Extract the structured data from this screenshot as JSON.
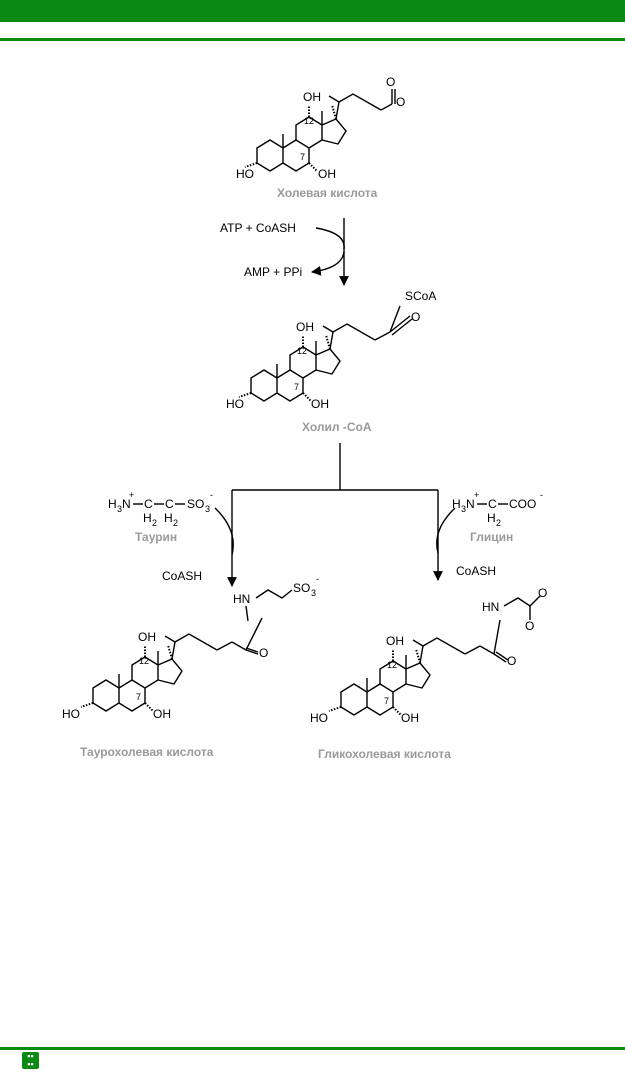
{
  "labels": {
    "cholic_acid": "Холевая кислота",
    "cholyl_coa": "Холил -CoA",
    "taurine": "Таурин",
    "glycine": "Глицин",
    "taurocholic_acid": "Таурохолевая кислота",
    "glycocholic_acid": "Гликохолевая кислота"
  },
  "reagents": {
    "atp_coash": "ATP + CoASH",
    "amp_ppi": "AMP + PPi",
    "coash_left": "CoASH",
    "coash_right": "CoASH"
  },
  "atoms": {
    "oh": "OH",
    "ho": "HO",
    "o": "O",
    "scoa": "SCoA",
    "hn": "HN",
    "so3": "SO",
    "n": "N",
    "c": "C",
    "coo": "COO",
    "h": "H"
  },
  "numbers": {
    "c12": "12",
    "c7": "7",
    "sub2": "2",
    "sub3": "3",
    "plus": "+",
    "minus": "-"
  },
  "colors": {
    "bar": "#0a8a12",
    "caption": "#9a9a9a"
  }
}
